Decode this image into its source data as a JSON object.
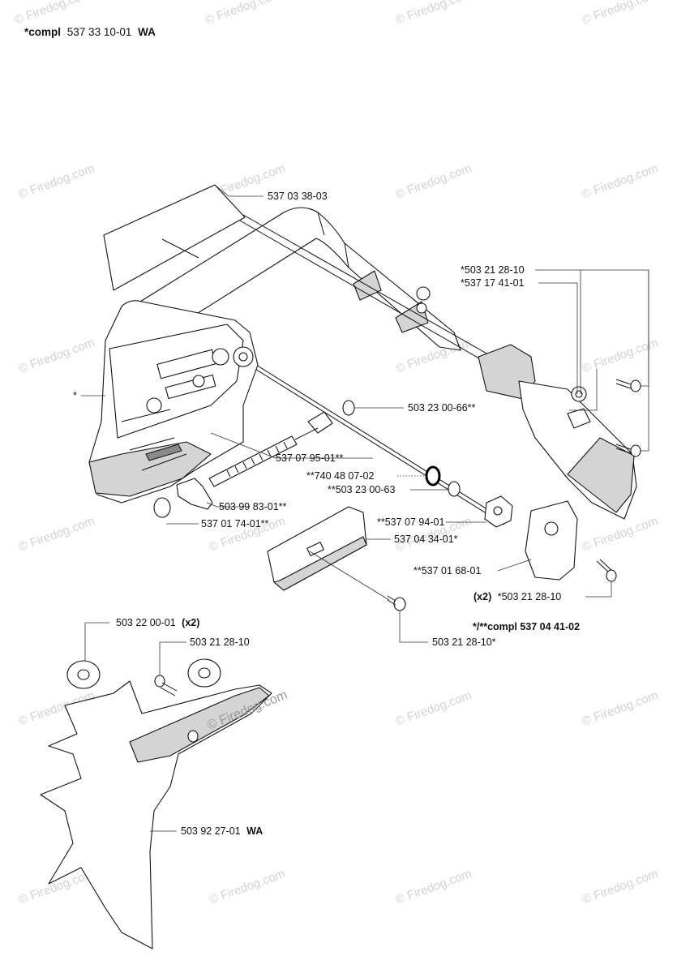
{
  "header": {
    "prefix": "*compl",
    "number": "537 33 10-01",
    "suffix": "WA"
  },
  "watermark": "© Firedog.com",
  "colors": {
    "line": "#111111",
    "shade": "#d4d4d4",
    "watermark": "#d2d2d2"
  },
  "callouts": {
    "c01": "537 03 38-03",
    "c02": "*503 21 28-10",
    "c03": "*537 17 41-01",
    "c04": "*",
    "c05": "503 23 00-66**",
    "c06": "537 07 95-01**",
    "c07": "**740 48 07-02",
    "c08": "**503 23 00-63",
    "c09": "503 99 83-01**",
    "c10": "**537 07 94-01",
    "c11": "537 01 74-01**",
    "c12": "537 04 34-01*",
    "c13": "**537 01 68-01",
    "c14a": "(x2)",
    "c14b": "*503 21 28-10",
    "c15": "*/**compl 537 04 41-02",
    "c16": "503 21 28-10*",
    "c17a": "503 22 00-01",
    "c17b": "(x2)",
    "c18": "503 21 28-10",
    "c19a": "503 92 27-01",
    "c19b": "WA"
  }
}
